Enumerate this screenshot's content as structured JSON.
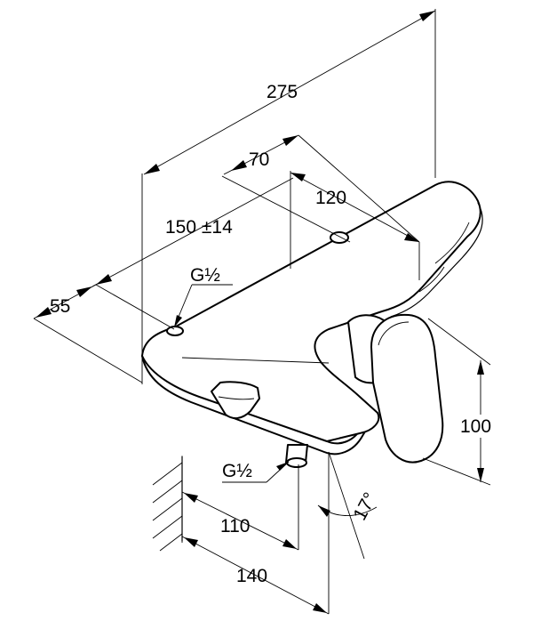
{
  "dimensions": {
    "total_length": "275",
    "spout_offset": "70",
    "inlet_to_handle": "120",
    "center_distance": "150 ±14",
    "depth": "55",
    "top_thread": "G½",
    "bottom_thread": "G½",
    "handle_height": "100",
    "angle": "17°",
    "wall_to_outlet": "110",
    "wall_to_tip": "140"
  }
}
